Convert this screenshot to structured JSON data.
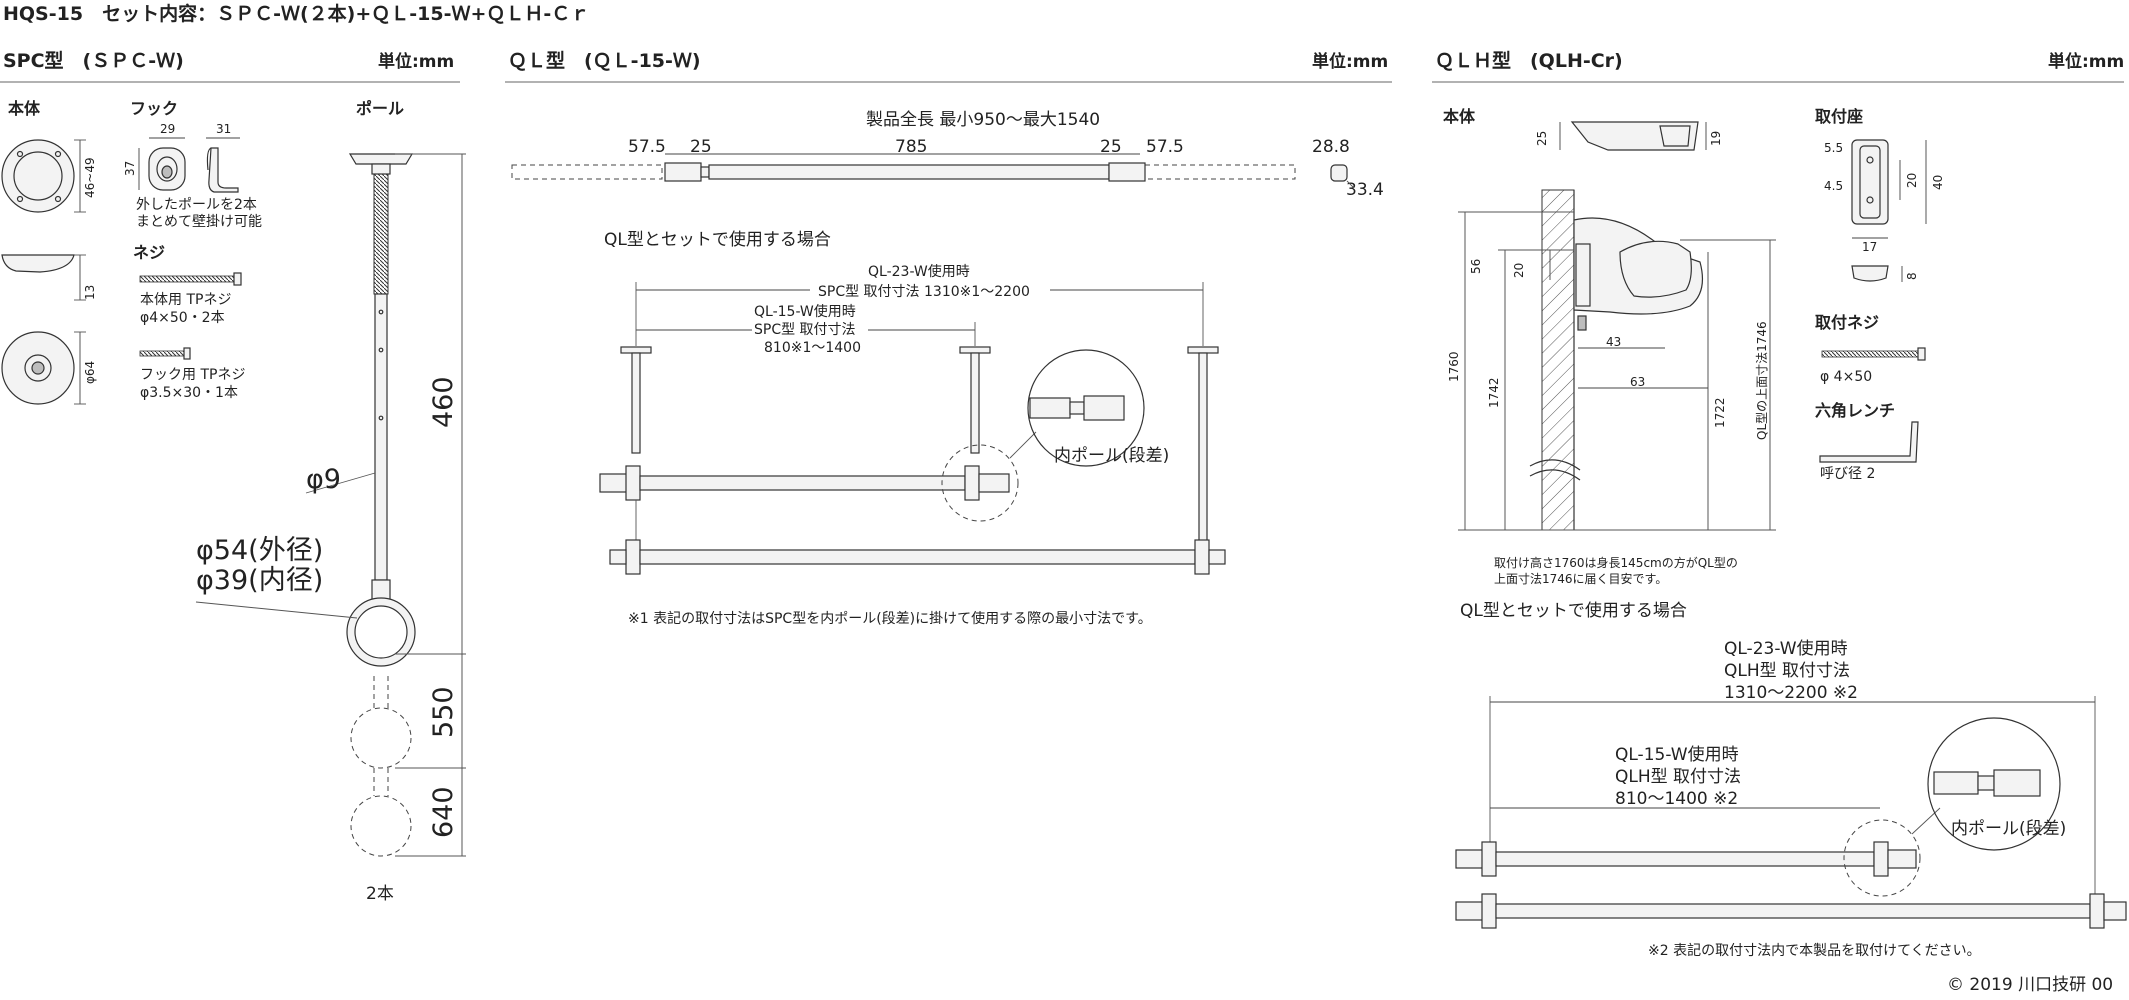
{
  "title": "HQS-15　セット内容：ＳＰＣ-Ｗ(２本)+ＱＬ-15-Ｗ+ＱＬＨ-Ｃｒ",
  "copyright": "© 2019 川口技研 00",
  "spc": {
    "header": "SPC型　(ＳＰＣ-Ｗ)",
    "unit": "単位:mm",
    "body_label": "本体",
    "hook_label": "フック",
    "pole_label": "ポール",
    "neji_label": "ネジ",
    "body_dims": [
      "46~49",
      "13",
      "φ64"
    ],
    "hook_dims": [
      "29",
      "31",
      "37"
    ],
    "hook_note": [
      "外したポールを2本",
      "まとめて壁掛け可能"
    ],
    "screw1": [
      "本体用 TPネジ",
      "φ4×50・2本"
    ],
    "screw2": [
      "フック用 TPネジ",
      "φ3.5×30・1本"
    ],
    "pole_dims": [
      "460",
      "550",
      "640"
    ],
    "phi9": "φ9",
    "ring_outer": "φ54(外径)",
    "ring_inner": "φ39(内径)",
    "count": "2本"
  },
  "ql": {
    "header": "ＱＬ型　(ＱＬ-15-Ｗ)",
    "unit": "単位:mm",
    "total_length": "製品全長 最小950～最大1540",
    "dims": [
      "57.5",
      "25",
      "785",
      "25",
      "57.5"
    ],
    "end_dims": [
      "28.8",
      "33.4"
    ],
    "set_title": "QL型とセットで使用する場合",
    "ql23": [
      "QL-23-W使用時",
      "SPC型 取付寸法 1310※1～2200"
    ],
    "ql15": [
      "QL-15-W使用時",
      "SPC型 取付寸法",
      "810※1～1400"
    ],
    "inner_pole": "内ポール(段差)",
    "note": "※1 表記の取付寸法はSPC型を内ポール(段差)に掛けて使用する際の最小寸法です。"
  },
  "qlh": {
    "header": "ＱＬＨ型　(QLH-Cr)",
    "unit": "単位:mm",
    "body_label": "本体",
    "mount_label": "取付座",
    "screw_label": "取付ネジ",
    "screw_spec": "φ 4×50",
    "wrench_label": "六角レンチ",
    "wrench_spec": "呼び径 2",
    "body_dims": [
      "25",
      "19"
    ],
    "mount_dims": [
      "5.5",
      "4.5",
      "20",
      "40",
      "17",
      "8"
    ],
    "side_dims": [
      "56",
      "20",
      "43",
      "63",
      "1760",
      "1742",
      "1722"
    ],
    "side_vertical_label": "QL型の上面寸法1746",
    "side_note": [
      "取付け高さ1760は身長145cmの方がQL型の",
      "上面寸法1746に届く目安です。"
    ],
    "set_title": "QL型とセットで使用する場合",
    "ql23": [
      "QL-23-W使用時",
      "QLH型 取付寸法",
      "1310～2200 ※2"
    ],
    "ql15": [
      "QL-15-W使用時",
      "QLH型 取付寸法",
      "810～1400 ※2"
    ],
    "inner_pole": "内ポール(段差)",
    "note": "※2 表記の取付寸法内で本製品を取付けてください。"
  }
}
